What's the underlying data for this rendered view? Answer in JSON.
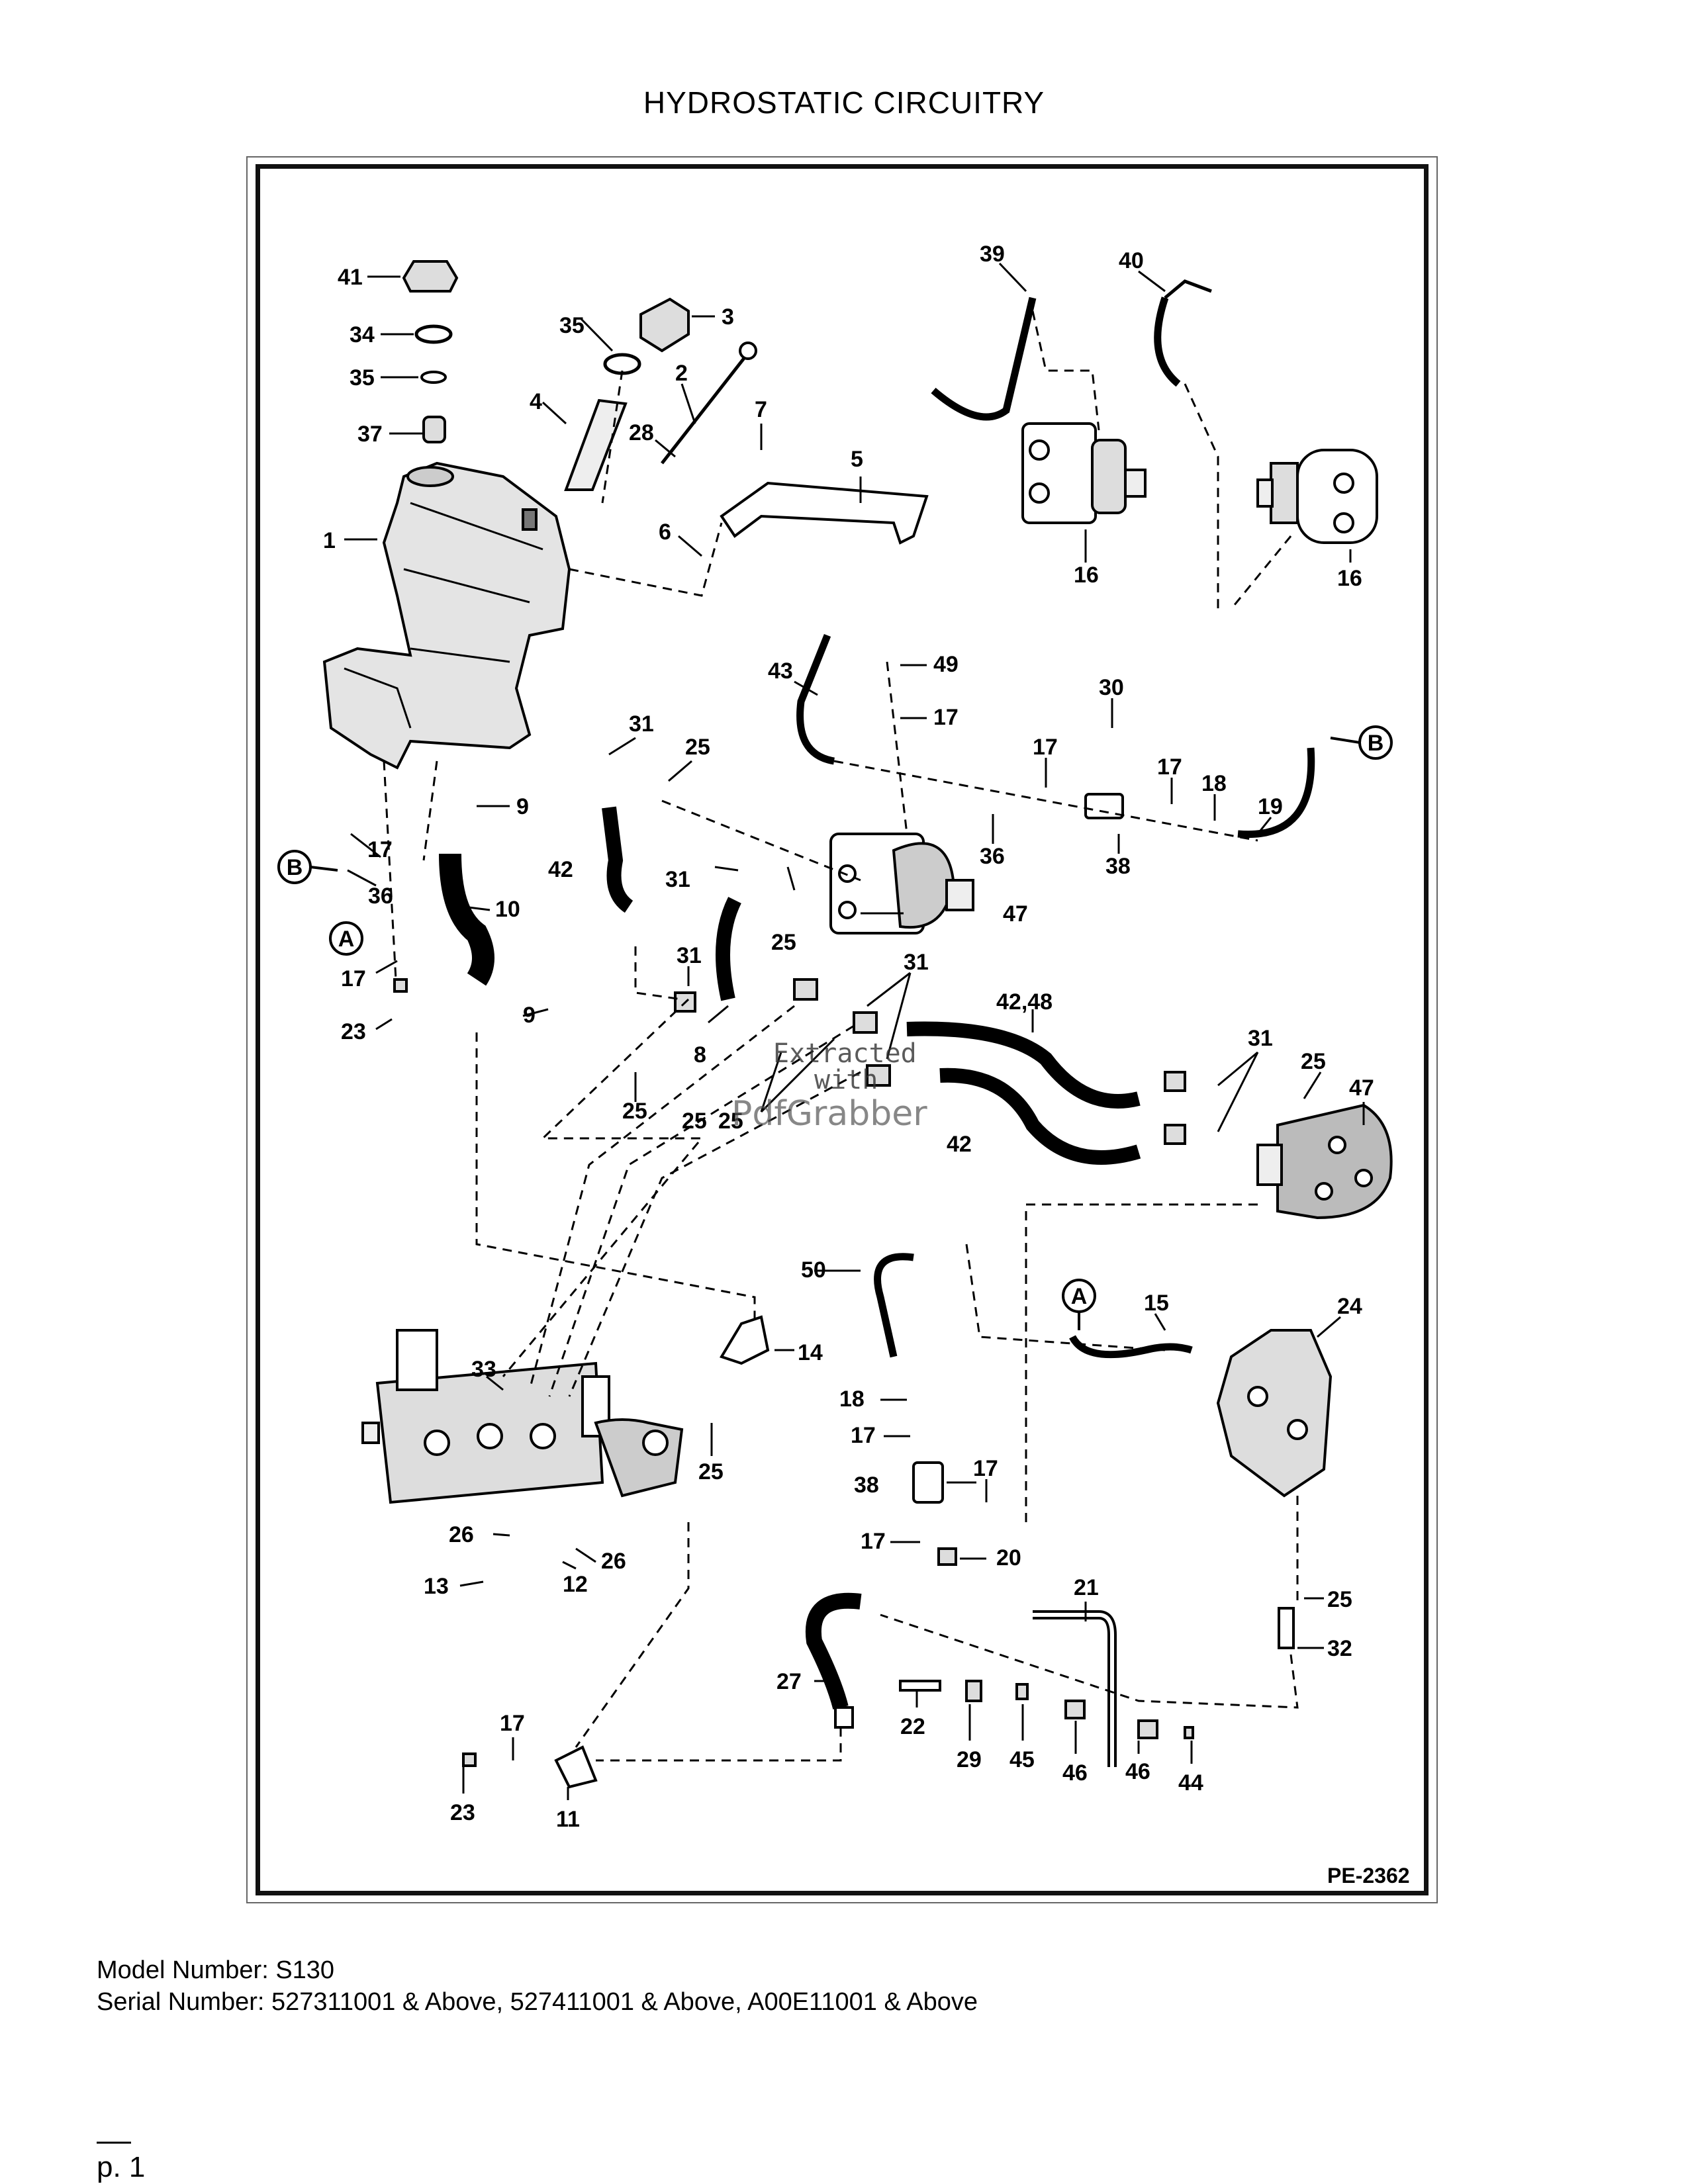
{
  "title": "HYDROSTATIC CIRCUITRY",
  "figure_code": "PE-2362",
  "watermark": {
    "line1": "Extracted",
    "line2": "with",
    "line3": "PdfGrabber"
  },
  "callouts": [
    "41",
    "34",
    "35",
    "37",
    "1",
    "35",
    "3",
    "4",
    "2",
    "28",
    "7",
    "5",
    "6",
    "39",
    "40",
    "16",
    "16",
    "43",
    "49",
    "17",
    "30",
    "31",
    "25",
    "17",
    "17",
    "18",
    "19",
    "36",
    "38",
    "9",
    "10",
    "42",
    "31",
    "25",
    "47",
    "9",
    "17",
    "36",
    "17",
    "23",
    "31",
    "8",
    "25",
    "31",
    "42,48",
    "31",
    "25",
    "47",
    "25",
    "25",
    "42",
    "50",
    "15",
    "24",
    "33",
    "14",
    "18",
    "17",
    "38",
    "17",
    "17",
    "20",
    "25",
    "26",
    "26",
    "13",
    "12",
    "21",
    "25",
    "32",
    "27",
    "22",
    "29",
    "45",
    "46",
    "46",
    "44",
    "17",
    "23",
    "11"
  ],
  "circle_labels": {
    "a": "A",
    "b": "B"
  },
  "model_line": "Model Number: S130",
  "serial_line": "Serial Number: 527311001 & Above, 527411001 & Above, A00E11001 & Above",
  "page_label": "p. 1"
}
